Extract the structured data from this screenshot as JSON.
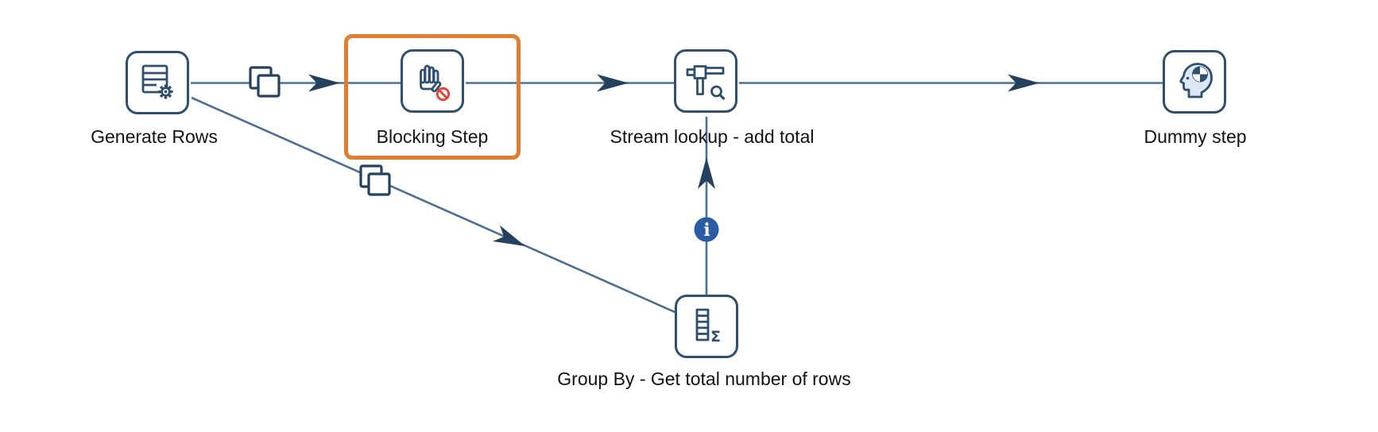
{
  "diagram": {
    "steps": [
      {
        "label": "Generate Rows"
      },
      {
        "label": "Blocking Step"
      },
      {
        "label": "Stream lookup - add total"
      },
      {
        "label": "Dummy step"
      },
      {
        "label": "Group By - Get total number of rows"
      }
    ],
    "icons": {
      "sigma": "Σ",
      "info": "i"
    },
    "colors": {
      "canvas_bg": "#ffffff",
      "step_border": "#2F4F6E",
      "wire": "#4C7094",
      "arrow": "#24415E",
      "highlight": "#E27D2E",
      "info_badge_blue": "#2A5CA6",
      "blocking_red": "#E0483C",
      "label_text": "#131313"
    }
  }
}
